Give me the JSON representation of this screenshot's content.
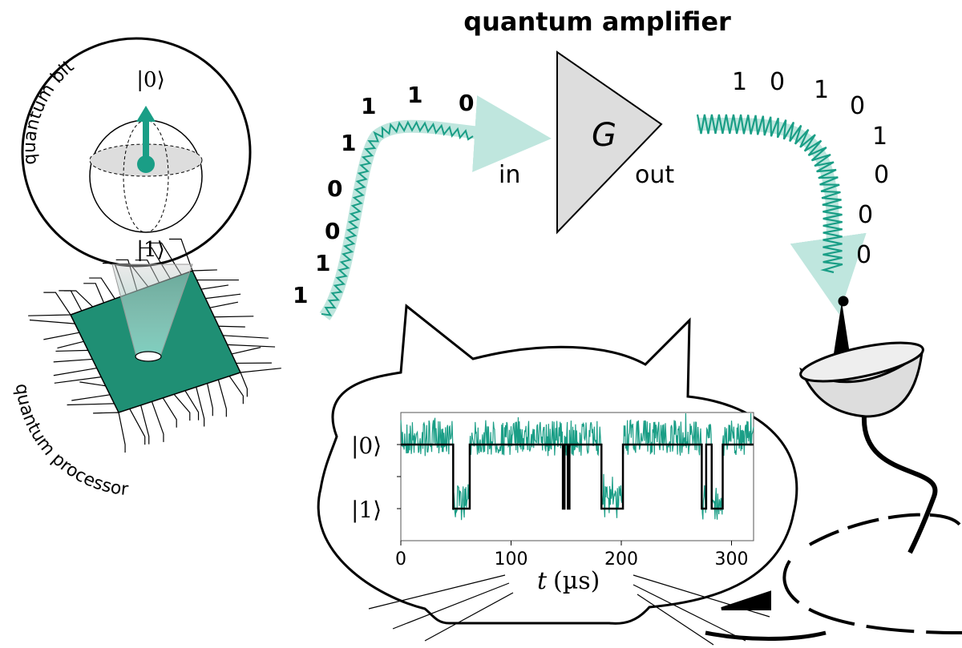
{
  "title": "quantum amplifier",
  "bloch": {
    "label": "quantum bit",
    "ket0": "|0⟩",
    "ket1": "|1⟩"
  },
  "processor": {
    "label": "quantum processor"
  },
  "amplifier": {
    "gain": "G",
    "in_label": "in",
    "out_label": "out"
  },
  "input_bits": [
    "1",
    "1",
    "0",
    "0",
    "1",
    "1",
    "1",
    "0"
  ],
  "output_bits": [
    "1",
    "0",
    "1",
    "0",
    "1",
    "0",
    "0",
    "0"
  ],
  "colors": {
    "teal": "#1a9e86",
    "chip": "#1f8f74",
    "gray": "#d9d9d9"
  },
  "chart_data": {
    "type": "line",
    "xlabel_var": "t",
    "xlabel_unit": "(µs)",
    "xlim": [
      0,
      320
    ],
    "xticks": [
      "0",
      "100",
      "200",
      "300"
    ],
    "ytick_labels": [
      "|0⟩",
      "|1⟩"
    ],
    "series": [
      {
        "kind": "measured-signal",
        "color": "#1a9e86"
      },
      {
        "kind": "state-assignment",
        "color": "#000000",
        "state_1_intervals": [
          [
            47.5,
            62.5
          ],
          [
            147,
            148.5
          ],
          [
            151.5,
            153
          ],
          [
            182,
            201.5
          ],
          [
            273,
            277
          ],
          [
            282,
            292
          ]
        ]
      }
    ]
  }
}
